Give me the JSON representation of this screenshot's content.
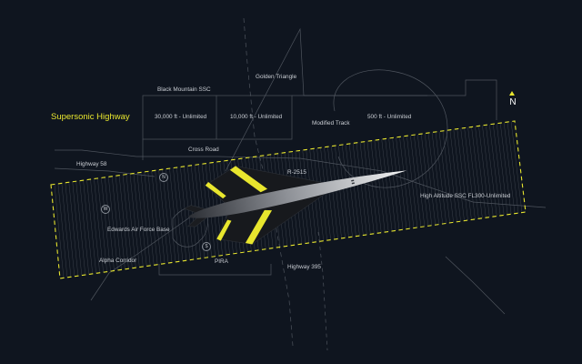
{
  "headline": "Supersonic Highway",
  "compass_label": "N",
  "colors": {
    "background": "#0f151f",
    "accent": "#e8e62e",
    "linework": "#6e747d",
    "text": "#c9cdd3"
  },
  "labels": {
    "black_mountain": "Black Mountain SSC",
    "golden_triangle": "Golden Triangle",
    "altitude_30000": "30,000 ft - Unlimited",
    "altitude_10000": "10,000 ft - Unlimited",
    "modified_track": "Modified Track",
    "altitude_500": "500 ft - Unlimited",
    "cross_road": "Cross Road",
    "highway_58": "Highway 58",
    "r2515": "R-2515",
    "high_altitude": "High Altitude SSC FL300-Unlimited",
    "edwards": "Edwards Air Force Base",
    "alpha_corridor": "Alpha Corridor",
    "pira": "PIRA",
    "highway_395": "Highway 395"
  },
  "markers": {
    "n": "N",
    "w": "W",
    "s": "S"
  },
  "icons": [
    "north-arrow-icon",
    "aircraft-icon"
  ]
}
